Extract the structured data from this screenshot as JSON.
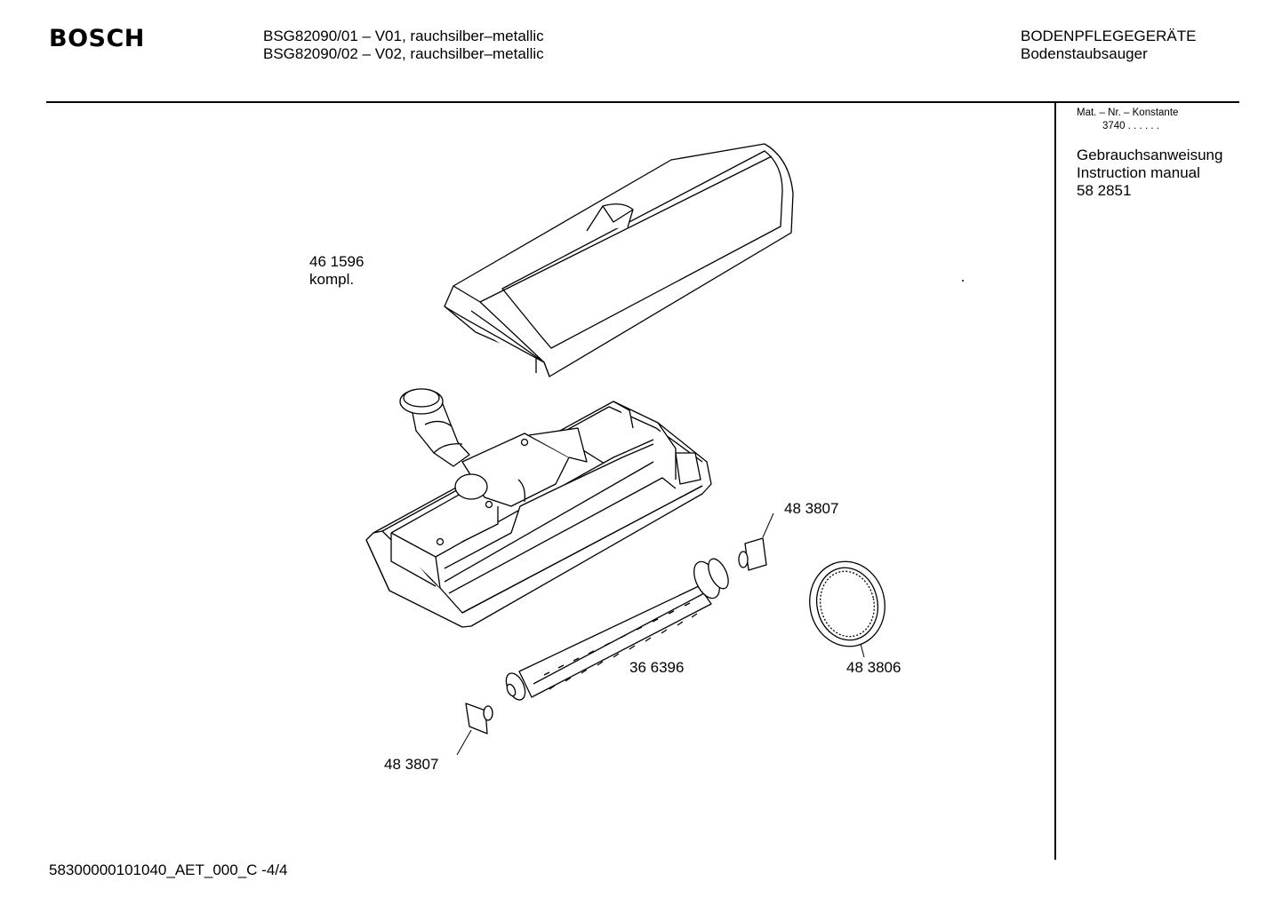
{
  "header": {
    "logo": "BOSCH",
    "models": [
      "BSG82090/01  – V01, rauchsilber–metallic",
      "BSG82090/02  – V02, rauchsilber–metallic"
    ],
    "category": "BODENPFLEGEGERÄTE",
    "subcategory": "Bodenstaubsauger"
  },
  "sidebar": {
    "mat_label": "Mat. – Nr. – Konstante",
    "mat_value": "3740  .  .   .  .  .  .",
    "manual_de": "Gebrauchsanweisung",
    "manual_en": "Instruction manual",
    "manual_no": "58 2851"
  },
  "parts": {
    "nozzle_no": "46 1596",
    "nozzle_note": "kompl.",
    "cap_top": "48 3807",
    "brush_roll": "36 6396",
    "belt": "48 3806",
    "cap_bottom": "48 3807"
  },
  "footer": {
    "doc_code": "58300000101040_AET_000_C   -4/4"
  }
}
